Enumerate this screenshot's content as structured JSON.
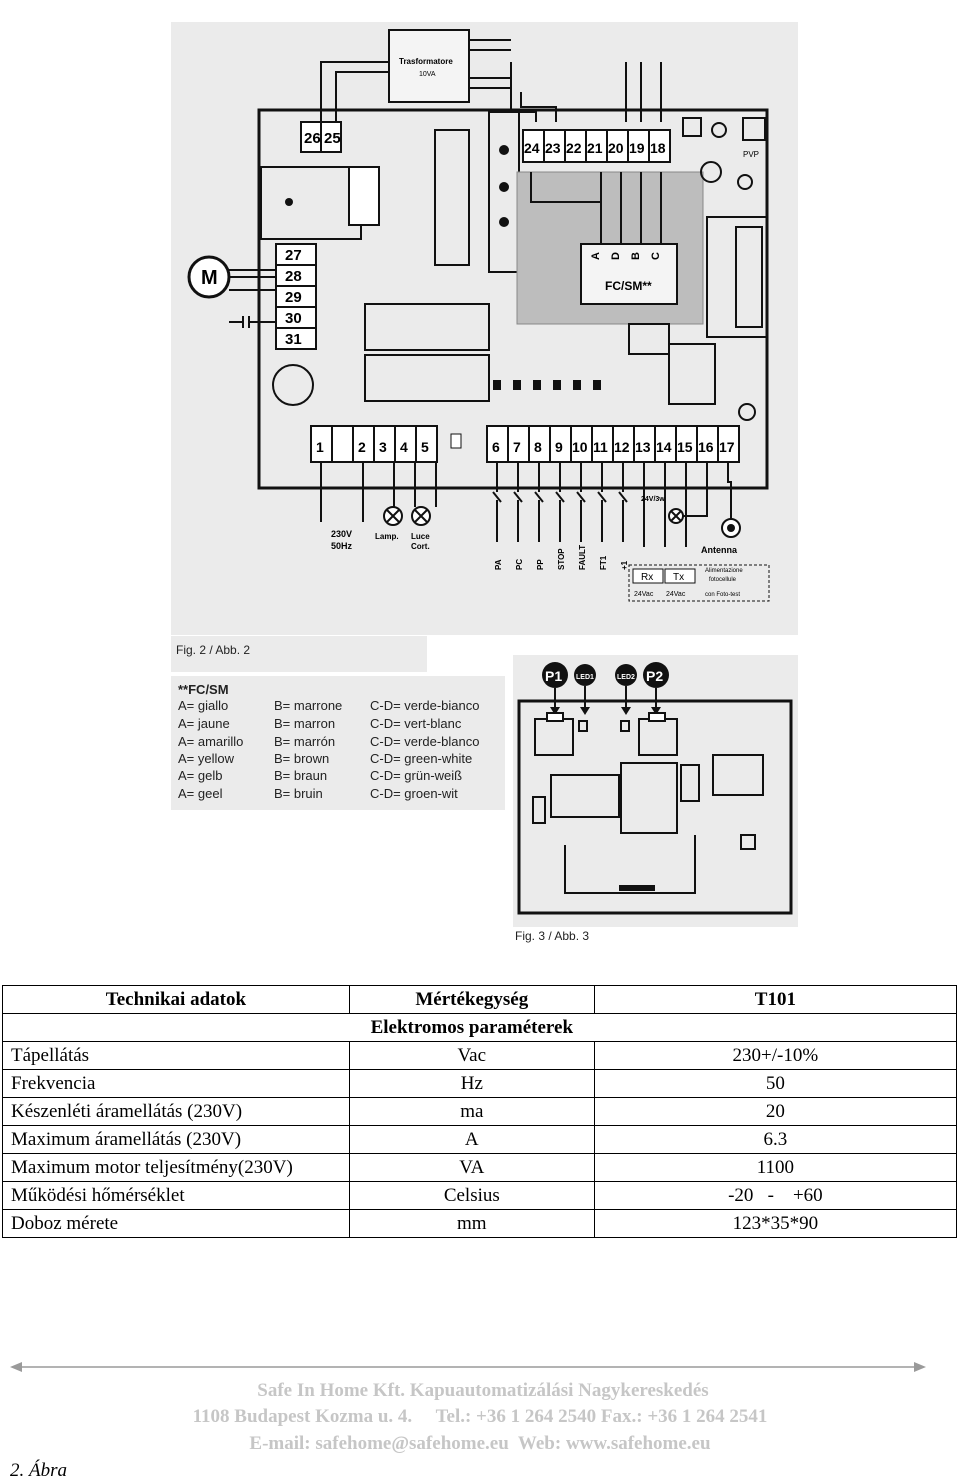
{
  "figure2": {
    "caption": "Fig. 2 / Abb. 2",
    "labels": {
      "transformer": "Trasformatore",
      "transformer_va": "10VA",
      "motor": "M",
      "fc_sm": "FC/SM**",
      "antenna": "Antenna",
      "power_in": "230V",
      "power_hz": "50Hz",
      "lamp": "Lamp.",
      "courtesy": "Luce",
      "courtesy2": "Cort.",
      "rx": "Rx",
      "tx": "Tx",
      "rx_v": "24Vac",
      "tx_v": "24Vac",
      "photocell_note1": "Alimentazione",
      "photocell_note2": "fotocellule",
      "photocell_note3": "con Foto-test",
      "aux_out": "24V/3w",
      "pvp": "PVP"
    },
    "terminals_top_left": [
      "26",
      "25"
    ],
    "terminals_motor": [
      "27",
      "28",
      "29",
      "30",
      "31"
    ],
    "terminals_top_right": [
      "24",
      "23",
      "22",
      "21",
      "20",
      "19",
      "18"
    ],
    "fc_letters": [
      "A",
      "D",
      "B",
      "C"
    ],
    "terminals_bottom": [
      "1",
      "2",
      "3",
      "4",
      "5",
      "6",
      "7",
      "8",
      "9",
      "10",
      "11",
      "12",
      "13",
      "14",
      "15",
      "16",
      "17"
    ],
    "inputs_bottom": [
      "PA",
      "PC",
      "PP",
      "STOP",
      "FAULT",
      "FT1",
      "+1"
    ]
  },
  "legend": {
    "title": "**FC/SM",
    "rows": [
      {
        "a": "A= giallo",
        "b": "B= marrone",
        "c": "C-D= verde-bianco"
      },
      {
        "a": "A= jaune",
        "b": "B= marron",
        "c": "C-D= vert-blanc"
      },
      {
        "a": "A= amarillo",
        "b": "B= marrón",
        "c": "C-D= verde-blanco"
      },
      {
        "a": "A= yellow",
        "b": "B= brown",
        "c": "C-D= green-white"
      },
      {
        "a": "A= gelb",
        "b": "B= braun",
        "c": "C-D= grün-weiß"
      },
      {
        "a": "A= geel",
        "b": "B= bruin",
        "c": "C-D= groen-wit"
      }
    ]
  },
  "figure3": {
    "caption": "Fig. 3 / Abb. 3",
    "labels": {
      "p1": "P1",
      "p2": "P2",
      "led1": "LED1",
      "led2": "LED2"
    }
  },
  "spec_table": {
    "headers": [
      "Technikai adatok",
      "Mértékegység",
      "T101"
    ],
    "section": "Elektromos paraméterek",
    "rows": [
      {
        "param": "Tápellátás",
        "unit": "Vac",
        "value": "230+/-10%"
      },
      {
        "param": "Frekvencia",
        "unit": "Hz",
        "value": "50"
      },
      {
        "param": "Készenléti áramellátás (230V)",
        "unit": "ma",
        "value": "20"
      },
      {
        "param": "Maximum áramellátás (230V)",
        "unit": "A",
        "value": "6.3"
      },
      {
        "param": "Maximum motor teljesítmény(230V)",
        "unit": "VA",
        "value": "1100"
      },
      {
        "param": "Működési hőmérséklet",
        "unit": "Celsius",
        "value": "-20   -    +60"
      },
      {
        "param": "Doboz mérete",
        "unit": "mm",
        "value": "123*35*90"
      }
    ]
  },
  "footer": {
    "line1": "Safe In Home Kft. Kapuautomatizálási Nagykereskedés",
    "line2": "1108 Budapest Kozma u. 4.     Tel.: +36 1 264 2540 Fax.: +36 1 264 2541",
    "line3": "E-mail: safehome@safehome.eu  Web: www.safehome.eu",
    "color": "#c6c6c6"
  },
  "figure_label": "2. Ábra"
}
